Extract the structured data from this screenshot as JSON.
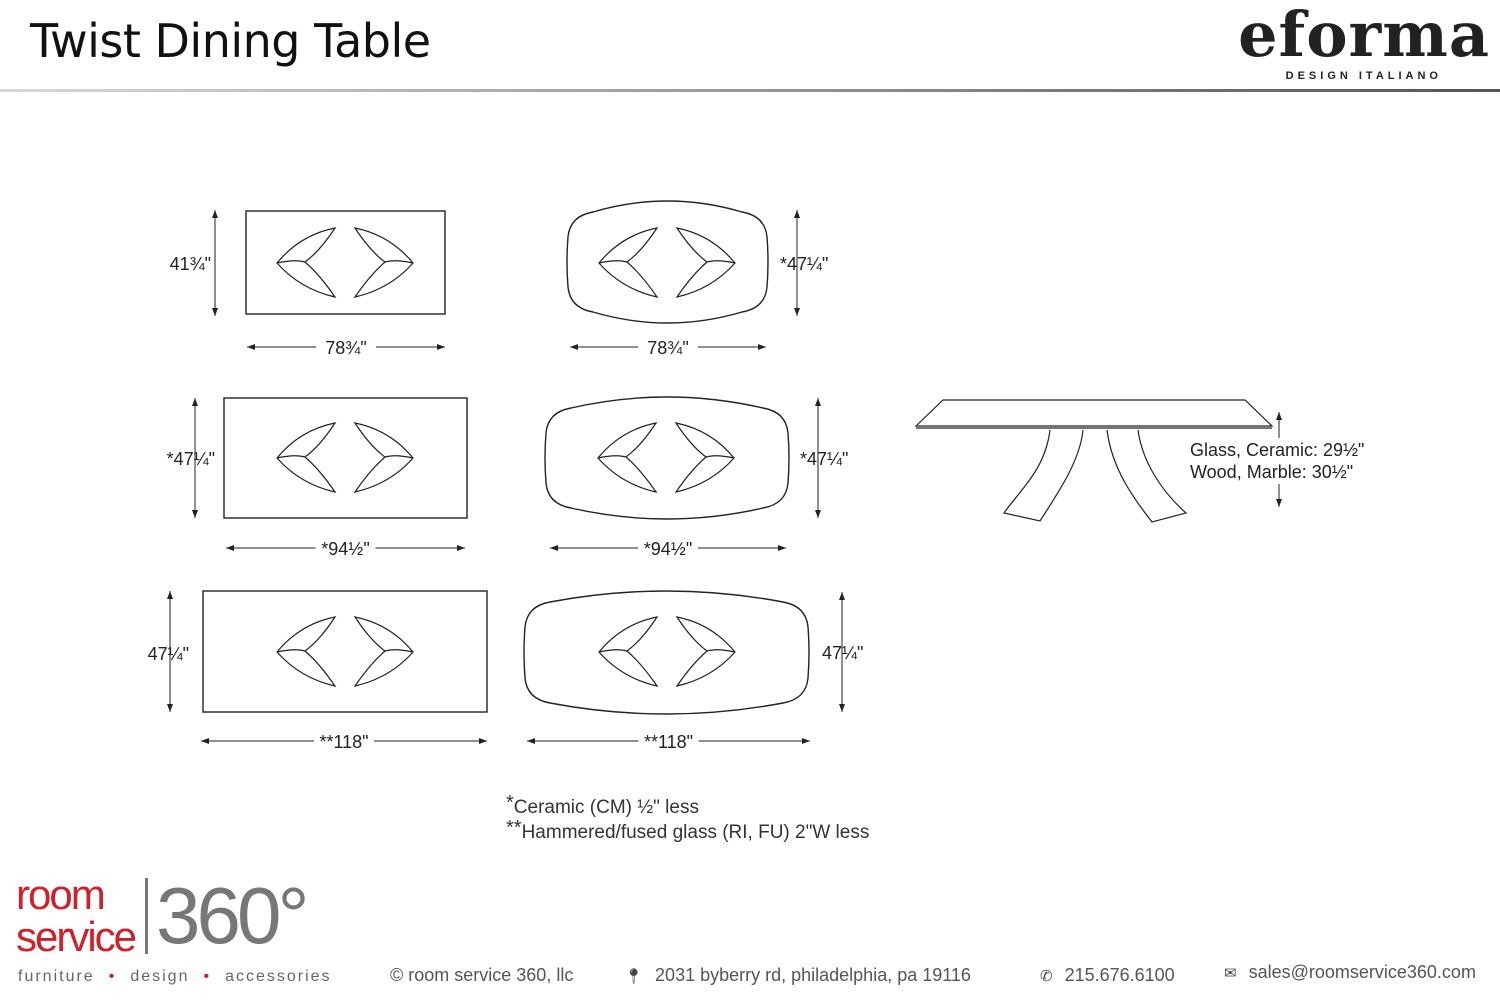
{
  "header": {
    "title": "Twist Dining Table",
    "brand_name": "eforma",
    "brand_tagline": "DESIGN ITALIANO"
  },
  "tables": [
    {
      "shape": "rectangle",
      "width_label": "78¾\"",
      "depth_label": "41¾\""
    },
    {
      "shape": "barrel",
      "width_label": "78¾\"",
      "depth_label": "*47¼\""
    },
    {
      "shape": "rectangle",
      "width_label": "*94½\"",
      "depth_label": "*47¼\""
    },
    {
      "shape": "barrel",
      "width_label": "*94½\"",
      "depth_label": "*47¼\""
    },
    {
      "shape": "rectangle",
      "width_label": "**118\"",
      "depth_label": "47¼\""
    },
    {
      "shape": "barrel",
      "width_label": "**118\"",
      "depth_label": "47¼\""
    }
  ],
  "side_view": {
    "height_line1": "Glass, Ceramic: 29½\"",
    "height_line2": "Wood, Marble: 30½\""
  },
  "notes": [
    {
      "mark": "*",
      "text": "Ceramic (CM) ½\" less"
    },
    {
      "mark": "**",
      "text": "Hammered/fused glass (RI, FU) 2\"W less"
    }
  ],
  "footer": {
    "logo_word1": "room",
    "logo_word2": "service",
    "logo_number": "360°",
    "tagline": [
      "furniture",
      "design",
      "accessories"
    ],
    "copyright": "© room service 360, llc",
    "address": "2031 byberry rd, philadelphia, pa 19116",
    "phone": "215.676.6100",
    "email": "sales@roomservice360.com"
  }
}
